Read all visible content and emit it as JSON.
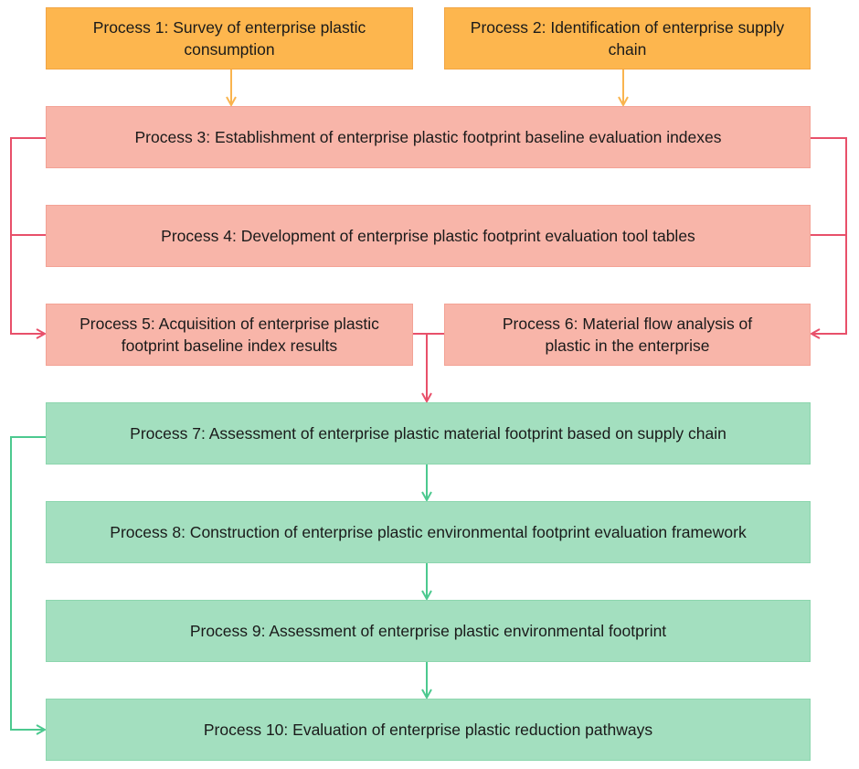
{
  "processes": [
    {
      "id": 1,
      "label": "Process 1: Survey of enterprise plastic consumption"
    },
    {
      "id": 2,
      "label": "Process 2: Identification of enterprise supply chain"
    },
    {
      "id": 3,
      "label": "Process 3: Establishment of enterprise plastic footprint baseline evaluation indexes"
    },
    {
      "id": 4,
      "label": "Process 4: Development of enterprise plastic footprint evaluation tool tables"
    },
    {
      "id": 5,
      "label": "Process 5: Acquisition of enterprise plastic footprint baseline index results"
    },
    {
      "id": 6,
      "label": "Process 6: Material flow analysis of plastic in the enterprise"
    },
    {
      "id": 7,
      "label": "Process 7: Assessment of enterprise plastic material footprint based on supply chain"
    },
    {
      "id": 8,
      "label": "Process 8: Construction of enterprise plastic environmental footprint evaluation framework"
    },
    {
      "id": 9,
      "label": "Process 9: Assessment of enterprise plastic environmental footprint"
    },
    {
      "id": 10,
      "label": "Process 10: Evaluation of enterprise plastic reduction pathways"
    }
  ],
  "colors": {
    "stage1_fill": "#FDB64E",
    "stage1_line": "#F9B44E",
    "stage2_fill": "#F8B5A9",
    "stage2_line": "#E8506A",
    "stage3_fill": "#A3DFBF",
    "stage3_line": "#4CC98F"
  }
}
